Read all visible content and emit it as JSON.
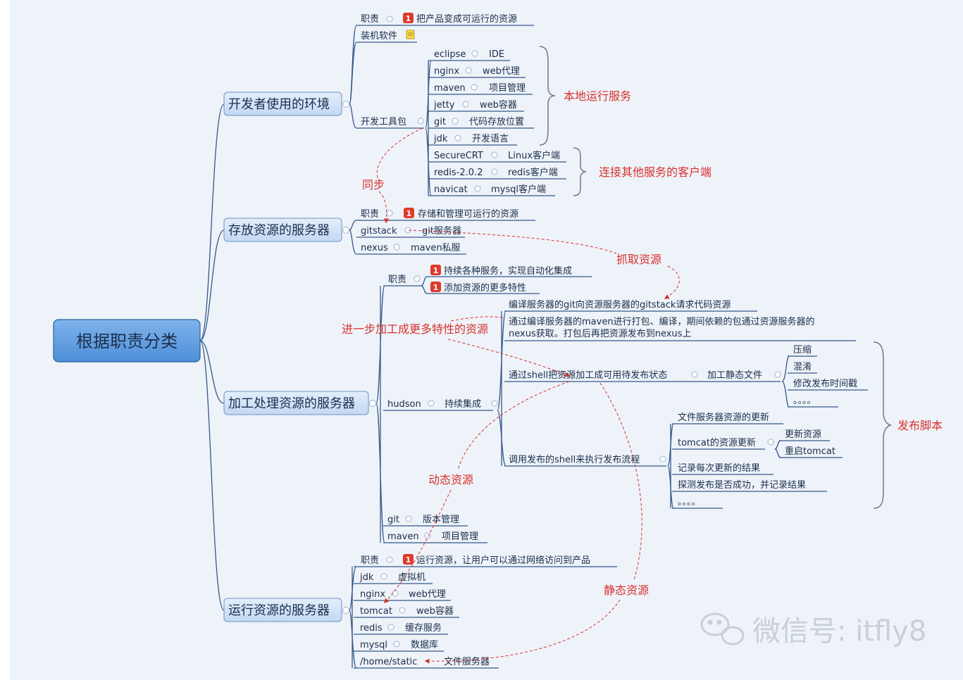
{
  "root": "根据职责分类",
  "categories": {
    "dev": "开发者使用的环境",
    "store": "存放资源的服务器",
    "process": "加工处理资源的服务器",
    "run": "运行资源的服务器"
  },
  "dev": {
    "duty_label": "职责",
    "duty": "把产品变成可运行的资源",
    "install": "装机软件",
    "toolkit": "开发工具包",
    "tools": [
      {
        "name": "eclipse",
        "desc": "IDE"
      },
      {
        "name": "nginx",
        "desc": "web代理"
      },
      {
        "name": "maven",
        "desc": "项目管理"
      },
      {
        "name": "jetty",
        "desc": "web容器"
      },
      {
        "name": "git",
        "desc": "代码存放位置"
      },
      {
        "name": "jdk",
        "desc": "开发语言"
      },
      {
        "name": "SecureCRT",
        "desc": "Linux客户端"
      },
      {
        "name": "redis-2.0.2",
        "desc": "redis客户端"
      },
      {
        "name": "navicat",
        "desc": "mysql客户端"
      }
    ],
    "local_group": "本地运行服务",
    "client_group": "连接其他服务的客户端"
  },
  "store": {
    "duty_label": "职责",
    "duty": "存储和管理可运行的资源",
    "items": [
      {
        "name": "gitstack",
        "desc": "git服务器"
      },
      {
        "name": "nexus",
        "desc": "maven私服"
      }
    ]
  },
  "process": {
    "duty_label": "职责",
    "duties": [
      "持续各种服务，实现自动化集成",
      "添加资源的更多特性"
    ],
    "hudson": "hudson",
    "hudson_desc": "持续集成",
    "step1": "编译服务器的git向资源服务器的gitstack请求代码资源",
    "step2_line1": "通过编译服务器的maven进行打包、编译，期间依赖的包通过资源服务器的",
    "step2_line2": "nexus获取。打包后再把资源发布到nexus上",
    "step3": "通过shell把资源加工成可用待发布状态",
    "static_files": "加工静态文件",
    "static_ops": [
      "压缩",
      "混淆",
      "修改发布时间戳",
      "。。。。"
    ],
    "step4": "调用发布的shell来执行发布流程",
    "deploy_items": [
      "文件服务器资源的更新",
      "tomcat的资源更新",
      "记录每次更新的结果",
      "探测发布是否成功，并记录结果",
      "。。。。"
    ],
    "tomcat_ops": [
      "更新资源",
      "重启tomcat"
    ],
    "publish_group": "发布脚本",
    "others": [
      {
        "name": "git",
        "desc": "版本管理"
      },
      {
        "name": "maven",
        "desc": "项目管理"
      }
    ]
  },
  "run": {
    "duty_label": "职责",
    "duty": "运行资源，让用户可以通过网络访问到产品",
    "items": [
      {
        "name": "jdk",
        "desc": "虚拟机"
      },
      {
        "name": "nginx",
        "desc": "web代理"
      },
      {
        "name": "tomcat",
        "desc": "web容器"
      },
      {
        "name": "redis",
        "desc": "缓存服务"
      },
      {
        "name": "mysql",
        "desc": "数据库"
      },
      {
        "name": "/home/static",
        "desc": "文件服务器"
      }
    ]
  },
  "annotations": {
    "sync": "同步",
    "fetch": "抓取资源",
    "further": "进一步加工成更多特性的资源",
    "dynamic": "动态资源",
    "static": "静态资源"
  },
  "priority_badge": "1",
  "watermark": "微信号: itfly8",
  "colors": {
    "node_fill": "#cfe1f7",
    "root_fill": "#5b9be0",
    "line": "#35588a",
    "annotation": "#d8312e",
    "badge": "#e03a2a"
  }
}
